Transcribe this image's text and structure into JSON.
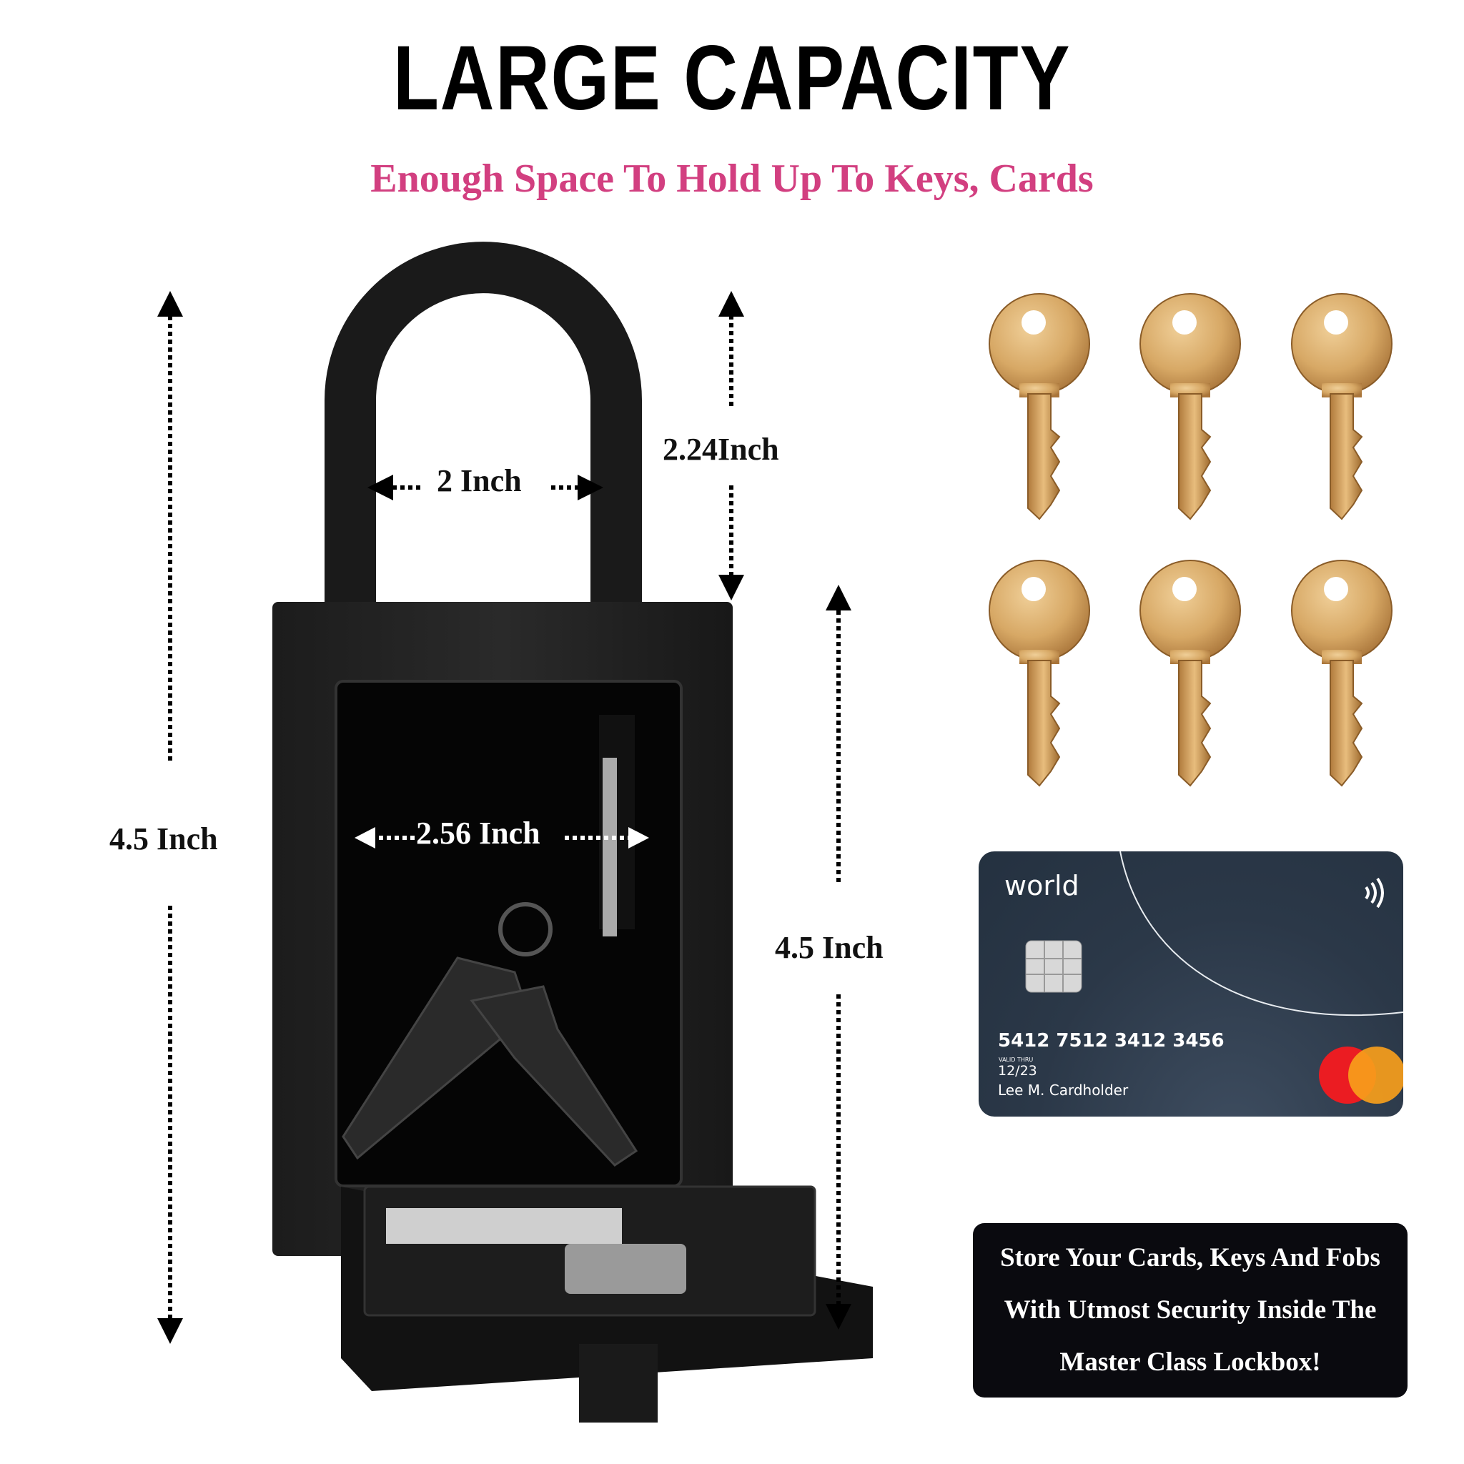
{
  "header": {
    "title": "LARGE CAPACITY",
    "subtitle": "Enough Space To Hold Up To Keys, Cards",
    "subtitle_color": "#d23f80"
  },
  "dimensions": {
    "total_height_left": "4.5 Inch",
    "shackle_height": "2.24Inch",
    "shackle_width": "2 Inch",
    "interior_width": "2.56 Inch",
    "body_height_right": "4.5 Inch"
  },
  "keys": {
    "count": 6,
    "icon": "brass-key-icon"
  },
  "card": {
    "brand": "world",
    "number": "5412 7512 3412 3456",
    "valid_label": "VALID THRU",
    "expiry": "12/23",
    "holder": "Lee M. Cardholder",
    "network_colors": [
      "#eb1c22",
      "#f79e1b"
    ]
  },
  "message": {
    "lines": [
      "Store Your Cards, Keys And Fobs",
      "With Utmost Security Inside The",
      "Master Class Lockbox!"
    ]
  }
}
